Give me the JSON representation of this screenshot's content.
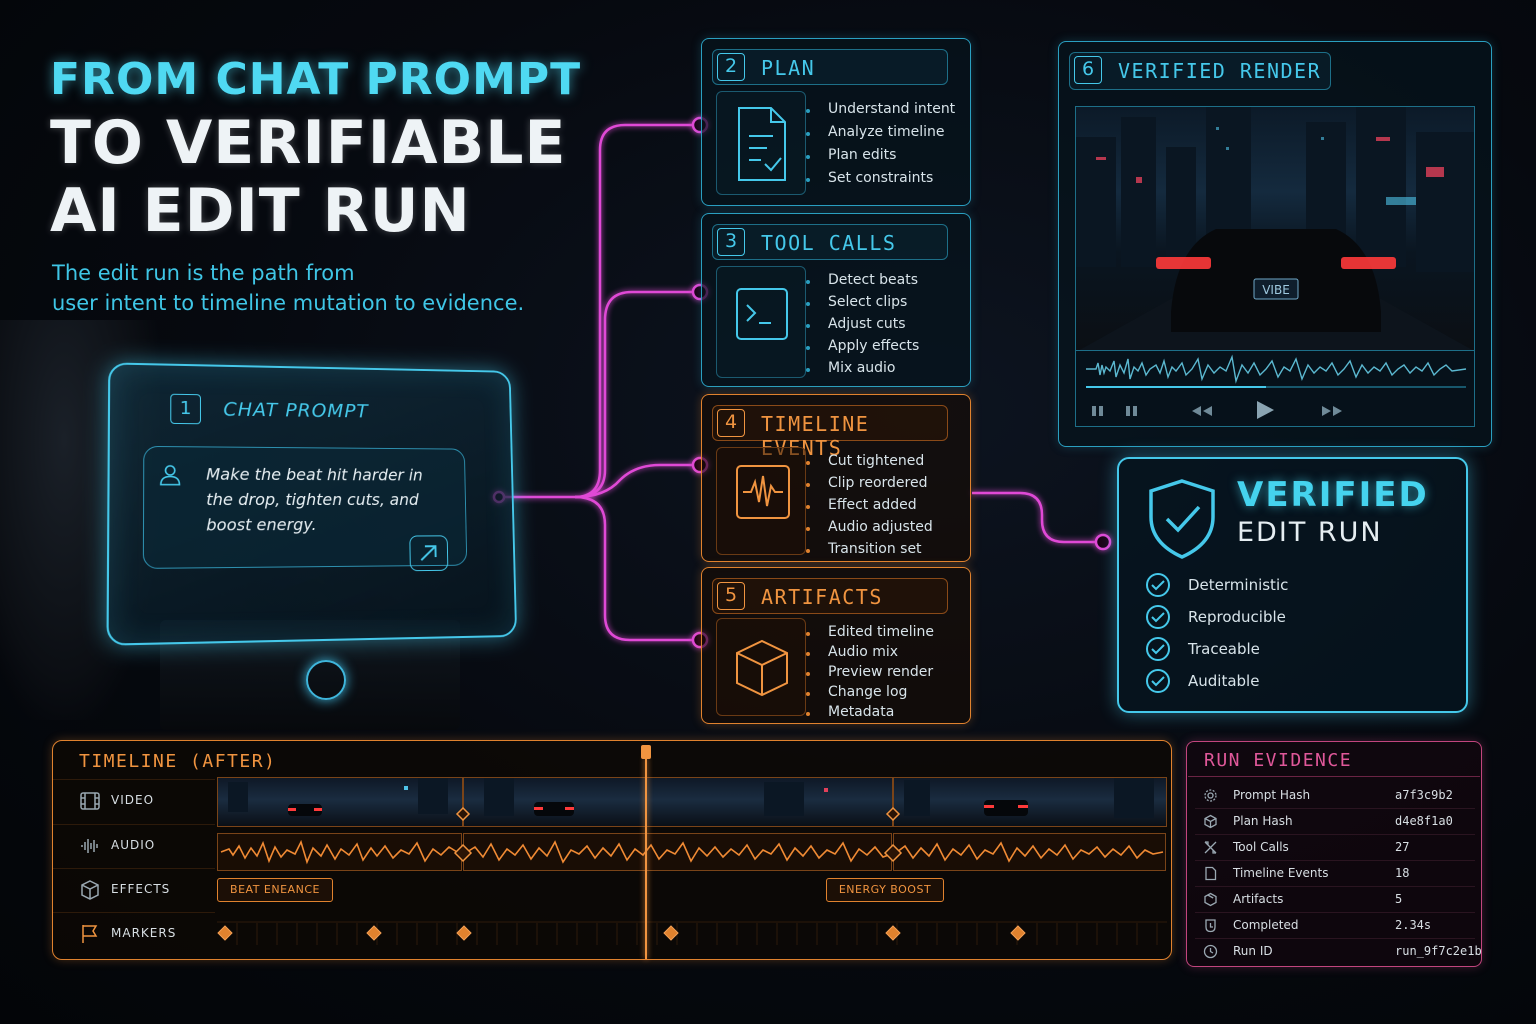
{
  "title": {
    "line1": "FROM CHAT PROMPT",
    "line2": "TO VERIFIABLE",
    "line3": "AI EDIT RUN"
  },
  "subtitle": {
    "line1": "The edit run is the path from",
    "line2": "user intent to timeline mutation to evidence."
  },
  "chat": {
    "number": "1",
    "label": "CHAT PROMPT",
    "message": "Make the beat hit harder in the drop, tighten cuts, and boost energy."
  },
  "steps": [
    {
      "number": "2",
      "title": "PLAN",
      "icon": "document-check-icon",
      "items": [
        "Understand intent",
        "Analyze timeline",
        "Plan edits",
        "Set constraints"
      ]
    },
    {
      "number": "3",
      "title": "TOOL CALLS",
      "icon": "terminal-icon",
      "items": [
        "Detect beats",
        "Select clips",
        "Adjust cuts",
        "Apply effects",
        "Mix audio"
      ]
    },
    {
      "number": "4",
      "title": "TIMELINE EVENTS",
      "icon": "waveform-icon",
      "items": [
        "Cut tightened",
        "Clip reordered",
        "Effect added",
        "Audio adjusted",
        "Transition set"
      ]
    },
    {
      "number": "5",
      "title": "ARTIFACTS",
      "icon": "cube-icon",
      "items": [
        "Edited timeline",
        "Audio mix",
        "Preview render",
        "Change log",
        "Metadata"
      ]
    }
  ],
  "render": {
    "number": "6",
    "title": "VERIFIED RENDER",
    "plate": "VIBE"
  },
  "verified": {
    "line1": "VERIFIED",
    "line2": "EDIT RUN",
    "items": [
      "Deterministic",
      "Reproducible",
      "Traceable",
      "Auditable"
    ]
  },
  "timeline": {
    "title": "TIMELINE (AFTER)",
    "tracks": [
      {
        "name": "VIDEO",
        "icon": "film-icon"
      },
      {
        "name": "AUDIO",
        "icon": "audio-wave-icon"
      },
      {
        "name": "EFFECTS",
        "icon": "cube-icon"
      },
      {
        "name": "MARKERS",
        "icon": "flag-icon"
      }
    ],
    "effects": [
      "BEAT ENEANCE",
      "ENERGY BOOST"
    ]
  },
  "evidence": {
    "title": "RUN EVIDENCE",
    "rows": [
      {
        "key": "Prompt Hash",
        "value": "a7f3c9b2",
        "icon": "gear-icon"
      },
      {
        "key": "Plan Hash",
        "value": "d4e8f1a0",
        "icon": "cube-icon"
      },
      {
        "key": "Tool Calls",
        "value": "27",
        "icon": "tools-icon"
      },
      {
        "key": "Timeline Events",
        "value": "18",
        "icon": "document-icon"
      },
      {
        "key": "Artifacts",
        "value": "5",
        "icon": "package-icon"
      },
      {
        "key": "Completed",
        "value": "2.34s",
        "icon": "timer-icon"
      },
      {
        "key": "Run ID",
        "value": "run_9f7c2e1b",
        "icon": "clock-icon"
      }
    ]
  },
  "colors": {
    "cyan": "#45c8ea",
    "orange": "#e0822e",
    "magenta": "#e04ad6",
    "pink": "#c2457e"
  }
}
